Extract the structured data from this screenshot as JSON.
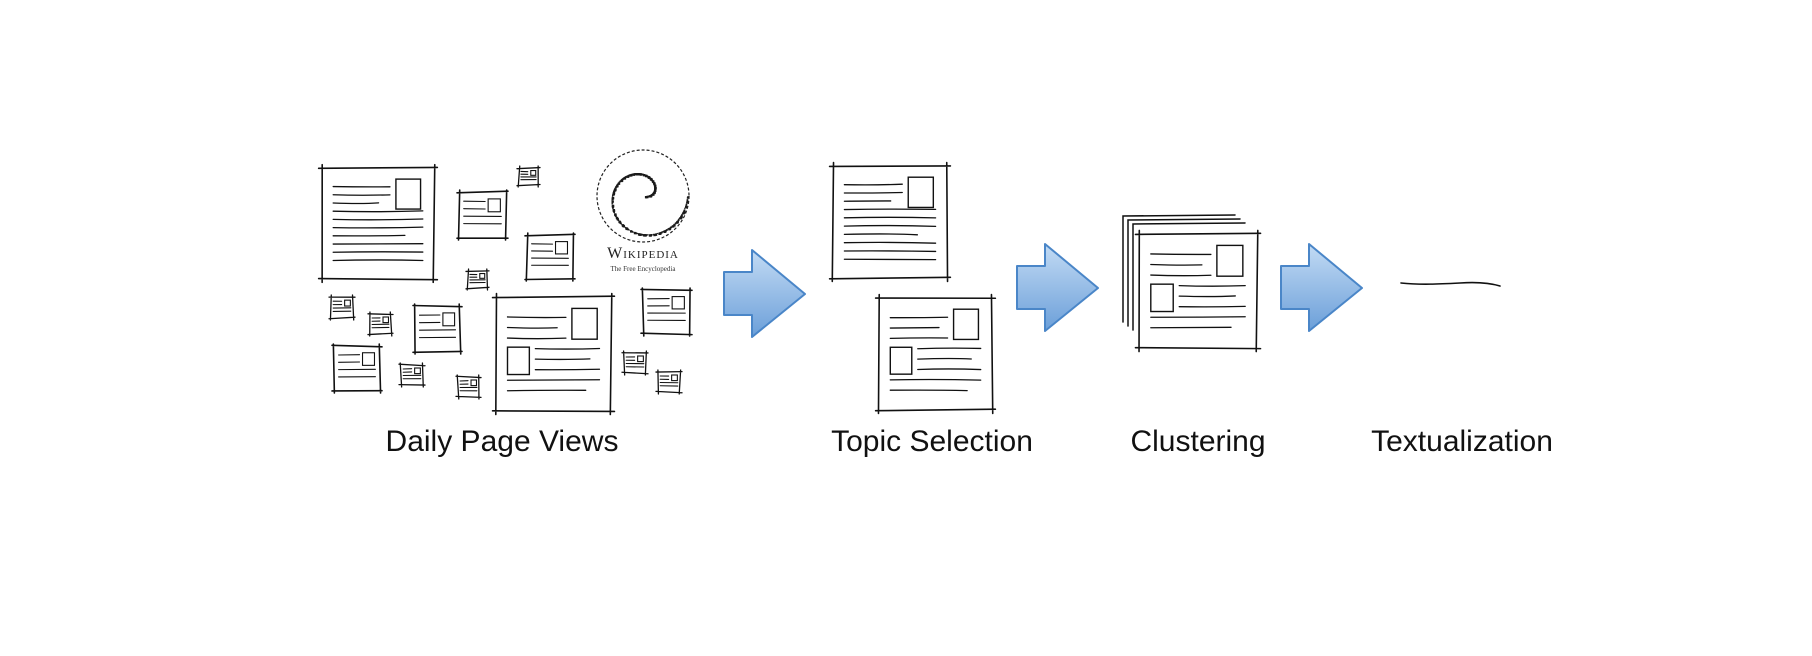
{
  "stages": [
    {
      "id": "daily",
      "label": "Daily Page Views",
      "icon": "wikipedia-pages-collection-icon"
    },
    {
      "id": "topic",
      "label": "Topic Selection",
      "icon": "selected-pages-icon"
    },
    {
      "id": "cluster",
      "label": "Clustering",
      "icon": "stacked-pages-icon"
    },
    {
      "id": "text",
      "label": "Textualization",
      "icon": "text-line-icon"
    }
  ],
  "logo": {
    "wordmark": "Wikipedia",
    "tagline": "The Free Encyclopedia"
  },
  "colors": {
    "arrow_fill_top": "#b9d4f1",
    "arrow_fill_bottom": "#6a9fd8",
    "arrow_stroke": "#4a86c8",
    "sketch": "#111111"
  }
}
